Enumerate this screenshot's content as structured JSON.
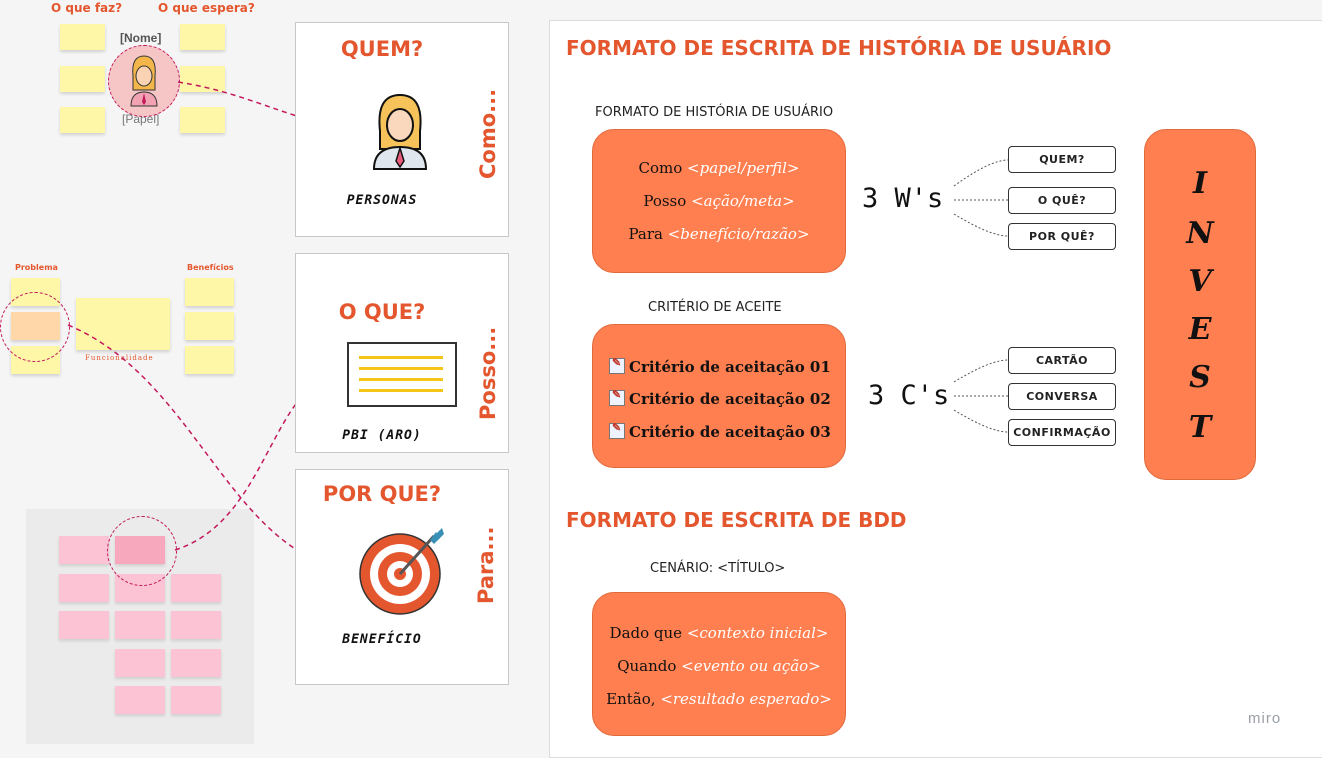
{
  "left": {
    "label_what_does": "O que faz?",
    "label_expects": "O que espera?",
    "name_label": "[Nome]",
    "role_label": "[Papel]",
    "problem_label": "Problema",
    "benefits_label": "Benefícios",
    "functionality_label": "Funcionalidade"
  },
  "cards": [
    {
      "title": "QUEM?",
      "side": "Como...",
      "caption": "PERSONAS",
      "icon": "persona-icon"
    },
    {
      "title": "O QUE?",
      "side": "Posso...",
      "caption": "PBI (ARO)",
      "icon": "pbi-icon"
    },
    {
      "title": "POR QUE?",
      "side": "Para...",
      "caption": "BENEFÍCIO",
      "icon": "target-icon"
    }
  ],
  "panel": {
    "title_story": "FORMATO DE ESCRITA DE HISTÓRIA DE USUÁRIO",
    "story_sub": "FORMATO DE HISTÓRIA DE USUÁRIO",
    "story_lines": [
      {
        "prefix": "Como ",
        "value": "<papel/perfil>"
      },
      {
        "prefix": "Posso ",
        "value": "<ação/meta>"
      },
      {
        "prefix": "Para ",
        "value": "<benefício/razão>"
      }
    ],
    "ws_label": "3 W's",
    "ws_items": [
      "QUEM?",
      "O QUÊ?",
      "POR QUÊ?"
    ],
    "criteria_sub": "CRITÉRIO DE ACEITE",
    "criteria_lines": [
      "Critério de aceitação 01",
      "Critério de aceitação 02",
      "Critério de aceitação 03"
    ],
    "cs_label": "3 C's",
    "cs_items": [
      "CARTÃO",
      "CONVERSA",
      "CONFIRMAÇÃO"
    ],
    "invest_letters": [
      "I",
      "N",
      "V",
      "E",
      "S",
      "T"
    ],
    "title_bdd": "FORMATO DE ESCRITA DE BDD",
    "bdd_sub": "CENÁRIO: <TÍTULO>",
    "bdd_lines": [
      {
        "prefix": "Dado que ",
        "value": "<contexto inicial>"
      },
      {
        "prefix": "Quando ",
        "value": "<evento ou ação>"
      },
      {
        "prefix": "Então, ",
        "value": "<resultado esperado>"
      }
    ]
  },
  "watermark": "miro",
  "colors": {
    "accent": "#e4572e",
    "orange": "#ff7f50",
    "connector": "#c2185b",
    "sticky": "#fff7a8",
    "pink": "#fbc3d3"
  }
}
